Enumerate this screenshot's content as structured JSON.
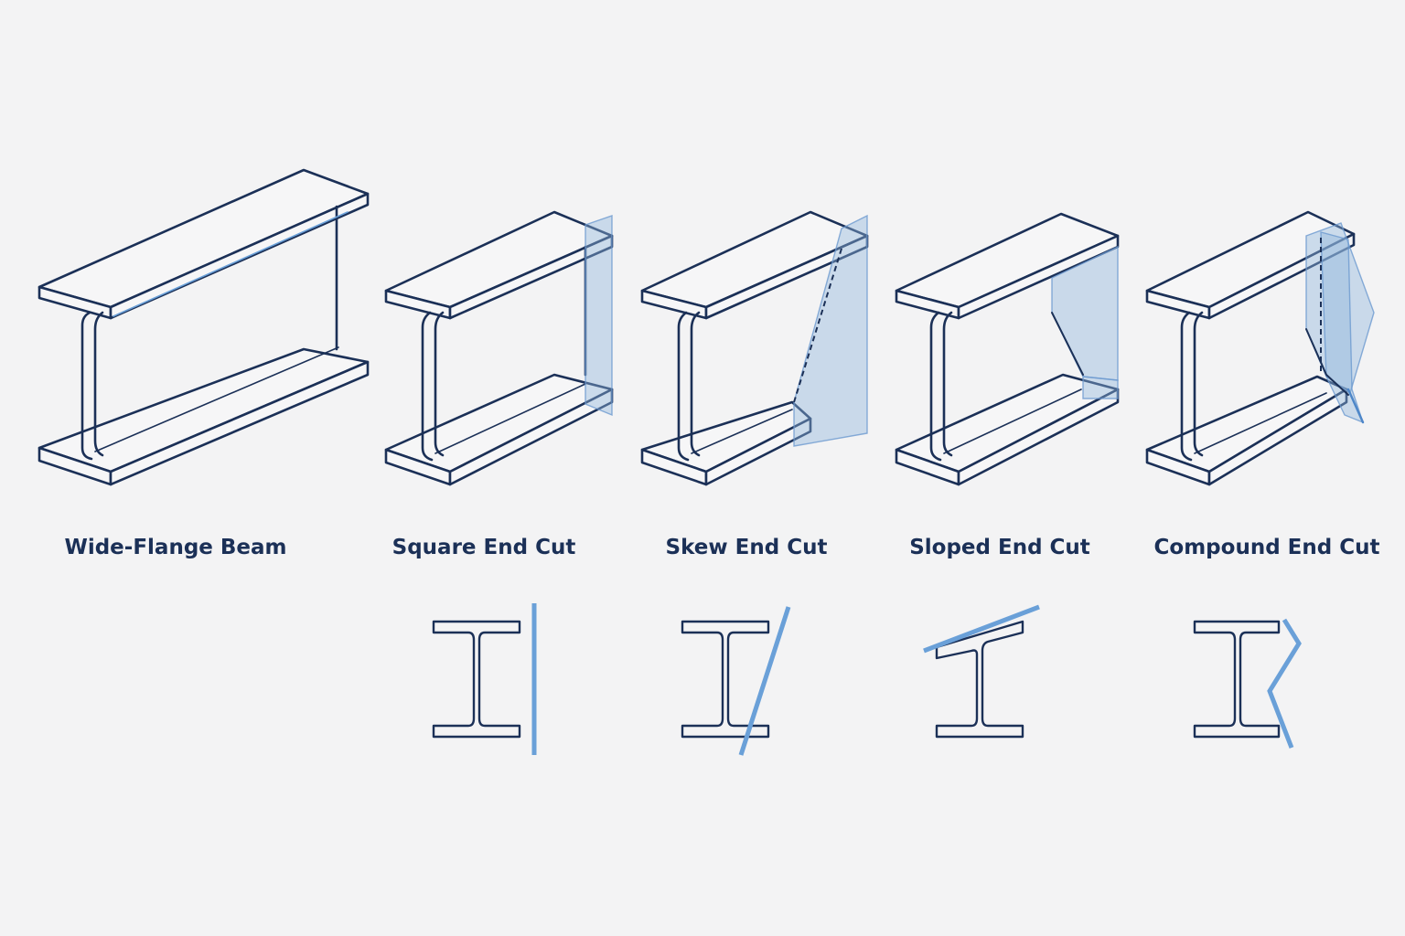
{
  "labels": {
    "wide_flange": "Wide-Flange Beam",
    "square": "Square End Cut",
    "skew": "Skew End Cut",
    "sloped": "Sloped End Cut",
    "compound": "Compound End Cut"
  },
  "colors": {
    "line": "#1b3057",
    "cut": "#6aa0d8",
    "background": "#f3f3f4"
  }
}
